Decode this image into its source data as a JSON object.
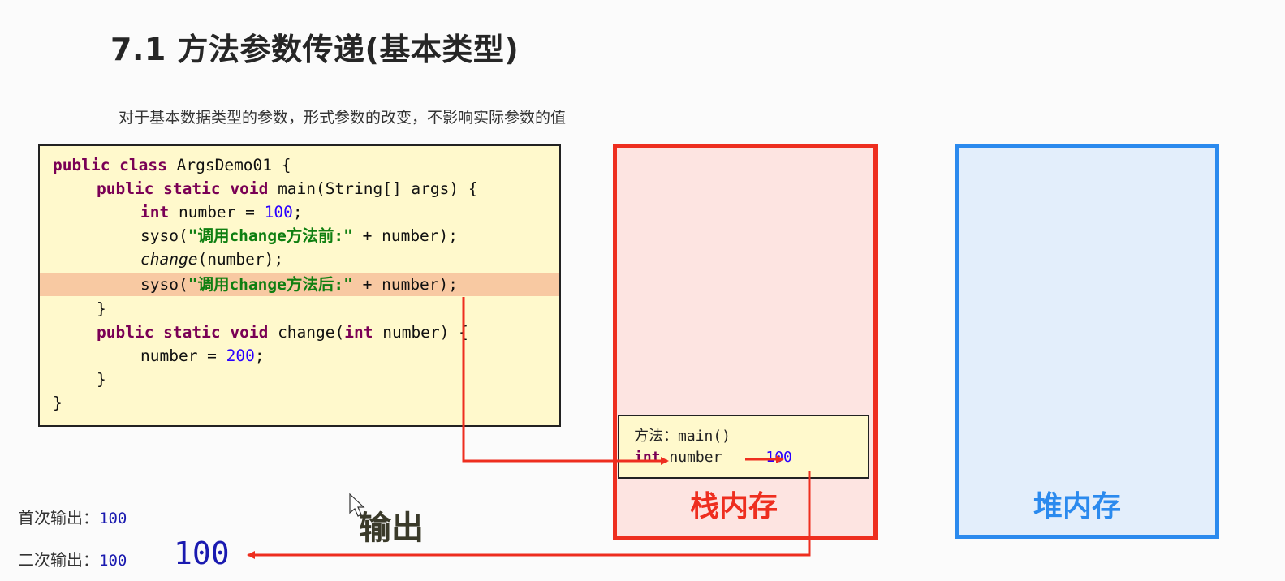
{
  "title": "7.1 方法参数传递(基本类型)",
  "subtitle": "对于基本数据类型的参数，形式参数的改变，不影响实际参数的值",
  "code": {
    "l1_kw": "public class",
    "l1_rest": " ArgsDemo01 {",
    "l2_kw": "public static void",
    "l2_rest": " main(String[] args) {",
    "l3_kw": "int",
    "l3_mid": " number = ",
    "l3_num": "100",
    "l3_end": ";",
    "l4_pre": "syso(",
    "l4_str": "\"调用change方法前:\"",
    "l4_end": " + number);",
    "l5_it": "change",
    "l5_end": "(number);",
    "l6_pre": "syso(",
    "l6_str": "\"调用change方法后:\"",
    "l6_end": " + number);",
    "l7": "}",
    "l8_kw": "public static void",
    "l8_mid": " change(",
    "l8_kw2": "int",
    "l8_end": " number) {",
    "l9_mid": "number = ",
    "l9_num": "200",
    "l9_end": ";",
    "l10": "}",
    "l11": "}"
  },
  "stack": {
    "label": "栈内存",
    "frame_title": "方法：main()",
    "frame_var_type": "int",
    "frame_var_name": " number",
    "frame_var_value": "100"
  },
  "heap": {
    "label": "堆内存"
  },
  "output": {
    "first_label": "首次输出：",
    "first_value": "100",
    "second_label": "二次输出：",
    "second_value": "100",
    "big_value": "100",
    "word": "输出"
  },
  "colors": {
    "stack_border": "#ee2e1f",
    "heap_border": "#2b8aee",
    "code_bg": "#fff9cc",
    "highlight": "#f8c9a2",
    "arrow": "#ee2e1f"
  }
}
